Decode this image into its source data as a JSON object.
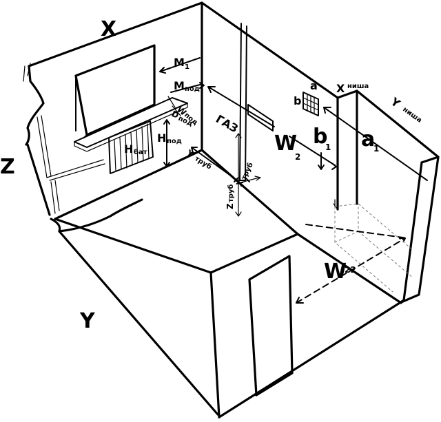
{
  "labels": {
    "x": "X",
    "y": "Y",
    "z": "Z",
    "m1": "M",
    "m1_sub": "1",
    "m_pod": "M",
    "m_pod_sub": "под",
    "w_pod": "W",
    "w_pod_sub": "под",
    "d_pod": "D",
    "d_pod_sub": "под",
    "h_pod": "H",
    "h_pod_sub": "под",
    "h_batt": "H",
    "h_batt_sub": "бат",
    "gas": "ГАЗ",
    "w2": "W",
    "w2_sub": "2",
    "y_trub": "Y",
    "y_trub_sub": "труб",
    "x_trub": "X",
    "x_trub_sub": "труб",
    "z_trub": "Z",
    "z_trub_sub": "труб",
    "a": "a",
    "b": "b",
    "a1": "a",
    "a1_sub": "1",
    "b1": "b",
    "b1_sub": "1",
    "x_nisha": "X",
    "x_nisha_sub": "ниша",
    "y_nisha": "Y",
    "y_nisha_sub": "ниша",
    "w22": "W",
    "w22_sub": "22"
  }
}
